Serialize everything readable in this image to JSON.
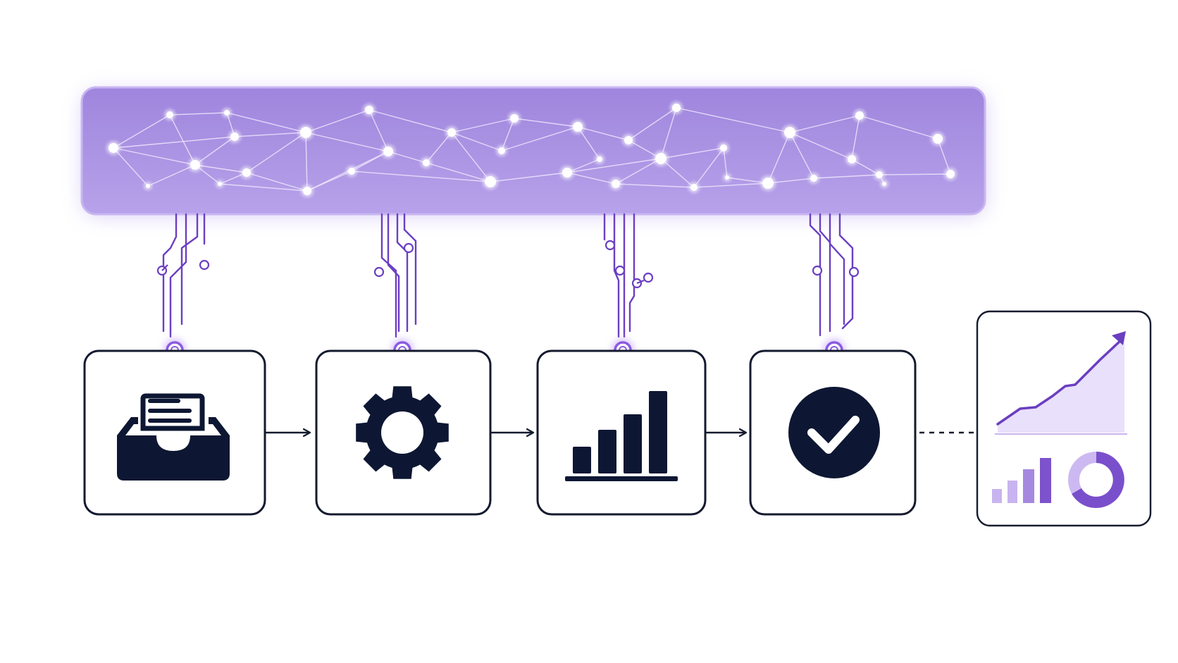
{
  "diagram": {
    "layer": {
      "name": "neural-network-layer",
      "colors": {
        "fill_top": "#9f85dd",
        "fill_bottom": "#b7a2ea",
        "border": "#c8b6f2",
        "glow": "#cdbdf4",
        "node": "#ffffff",
        "edge": "#ece5fc"
      }
    },
    "connectors": {
      "trace_color": "#6b3fc2",
      "port_color": "#8a5be0",
      "port_glow": "#c8a9ff"
    },
    "steps": [
      {
        "name": "inbox-step",
        "icon": "inbox-tray-icon"
      },
      {
        "name": "processing-step",
        "icon": "gear-icon"
      },
      {
        "name": "analytics-step",
        "icon": "bar-chart-icon"
      },
      {
        "name": "validation-step",
        "icon": "check-circle-icon"
      }
    ],
    "output": {
      "name": "results-dashboard",
      "icons": [
        "trend-line-chart-icon",
        "mini-bar-chart-icon",
        "donut-chart-icon"
      ],
      "colors": {
        "line": "#6a3fc0",
        "area": "#e9e0fb",
        "bar_light": "#c8b4ee",
        "bar_mid": "#a688e0",
        "bar_dark": "#7c53cc",
        "donut_light": "#cdb9f1",
        "donut_dark": "#7a4fcb"
      }
    },
    "flow_colors": {
      "box_border": "#141a2e",
      "icon_fill": "#0d1733",
      "arrow": "#141a2e"
    }
  }
}
